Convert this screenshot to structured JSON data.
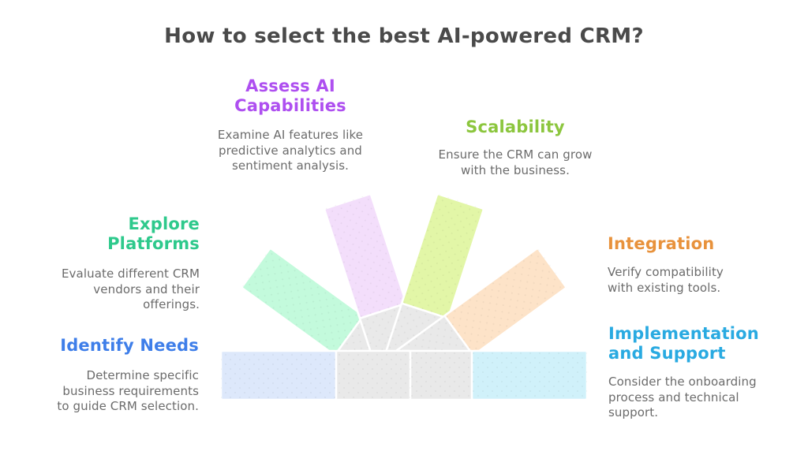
{
  "title": "How to select the best AI-powered CRM?",
  "title_color": "#4a4a4a",
  "body_color": "#6b6b6b",
  "sections": {
    "assess": {
      "heading": "Assess AI\nCapabilities",
      "body": "Examine AI features like\npredictive analytics and\nsentiment analysis.",
      "heading_color": "#ae4ff0"
    },
    "scalability": {
      "heading": "Scalability",
      "body": "Ensure the CRM can grow\nwith the business.",
      "heading_color": "#8cc63e"
    },
    "explore": {
      "heading": "Explore\nPlatforms",
      "body": "Evaluate different CRM\nvendors and their\nofferings.",
      "heading_color": "#2ec98c"
    },
    "identify": {
      "heading": "Identify Needs",
      "body": "Determine specific\nbusiness requirements\nto guide CRM selection.",
      "heading_color": "#3e7ee9"
    },
    "integration": {
      "heading": "Integration",
      "body": "Verify compatibility\nwith existing tools.",
      "heading_color": "#e8923c"
    },
    "implementation": {
      "heading": "Implementation\nand Support",
      "body": "Consider the onboarding\nprocess and technical\nsupport.",
      "heading_color": "#29aae1"
    }
  },
  "fan": {
    "center_color": "#e9e9e9",
    "stroke_color": "#ffffff",
    "cards": {
      "explore": "#c3fadc",
      "assess": "#f3defb",
      "scalability": "#e2f6a7",
      "integration": "#fde3c8",
      "implementation": "#d0f1fa",
      "identify": "#dde8fb"
    }
  }
}
